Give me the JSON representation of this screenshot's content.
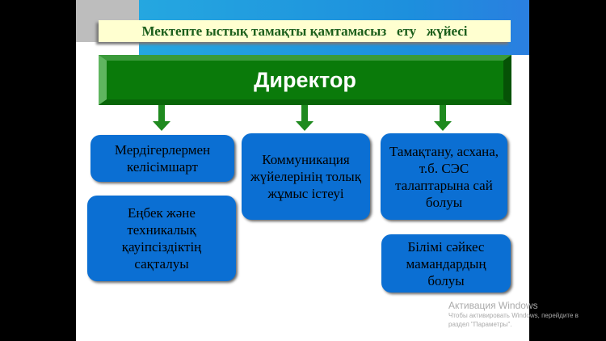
{
  "slide": {
    "title": "Мектепте ыстық тамақты қамтамасыз   ету   жүйесі",
    "director": "Директор",
    "boxes": [
      "Мердігерлермен келісімшарт",
      "Еңбек және техникалық қауіпсіздіктің сақталуы",
      "Коммуникация жүйелерінің толық жұмыс істеуі",
      "Тамақтану, асхана, т.б. СЭС талаптарына сай болуы",
      "Білімі сәйкес мамандардың болуы"
    ]
  },
  "watermark": {
    "title": "Активация Windows",
    "line1": "Чтобы активировать Windows, перейдите в",
    "line2": "раздел \"Параметры\"."
  }
}
